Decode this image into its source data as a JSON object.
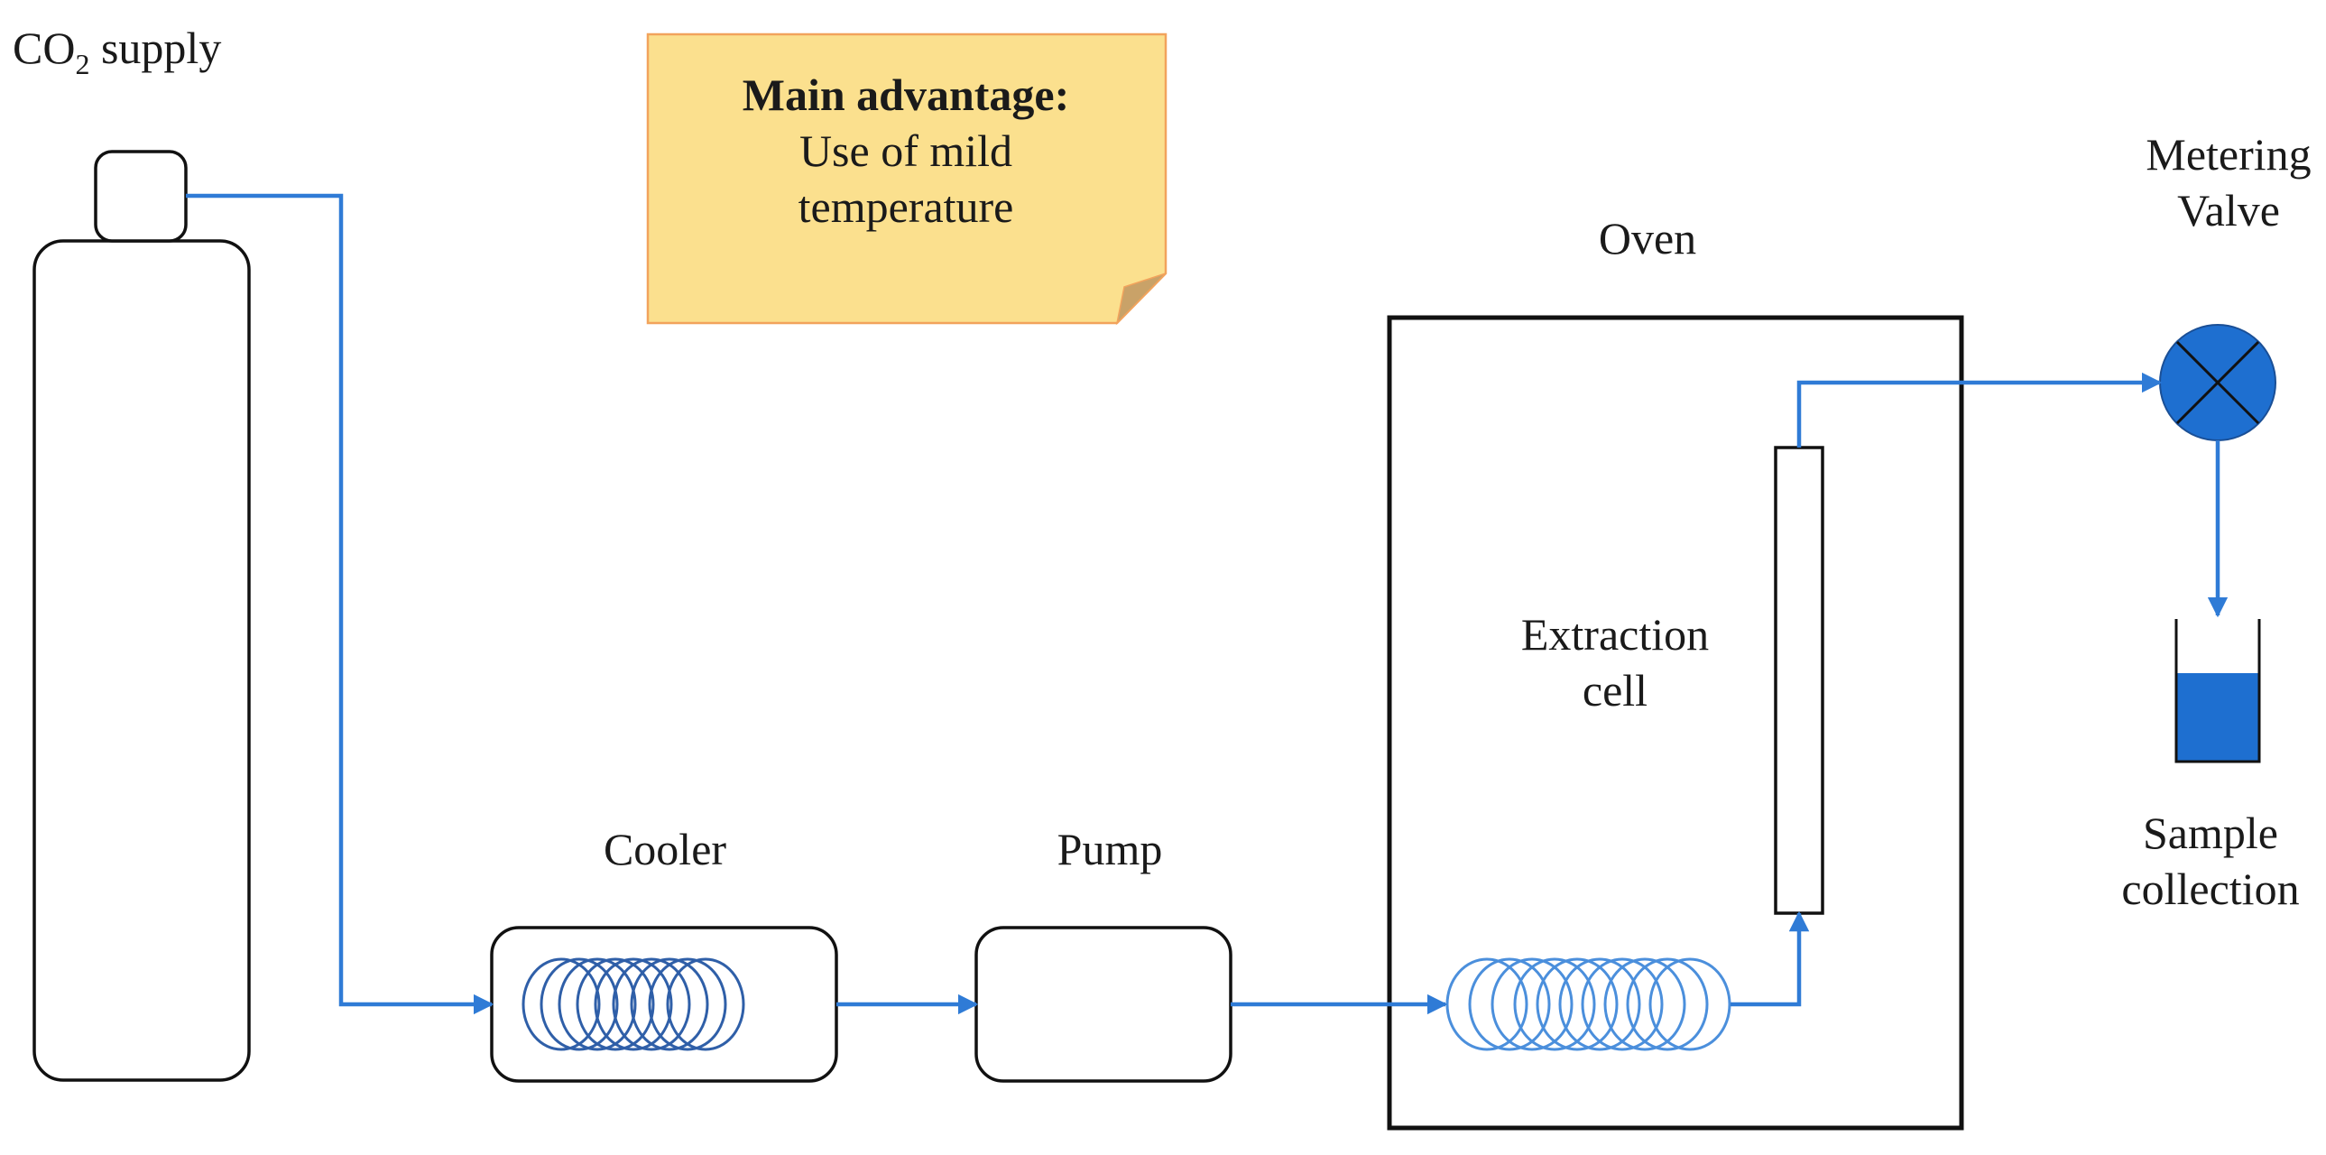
{
  "labels": {
    "co2_supply": "CO",
    "co2_subscript": "2",
    "co2_supply_suffix": " supply",
    "note_title": "Main advantage:",
    "note_line1": "Use of mild",
    "note_line2": "temperature",
    "oven": "Oven",
    "metering_valve_line1": "Metering",
    "metering_valve_line2": "Valve",
    "extraction_cell_line1": "Extraction",
    "extraction_cell_line2": "cell",
    "sample_collection_line1": "Sample",
    "sample_collection_line2": "collection",
    "cooler": "Cooler",
    "pump": "Pump"
  },
  "colors": {
    "pipe": "#2f7bd6",
    "valve_fill": "#1e6fd0",
    "sample_liquid": "#1e6fd0",
    "note_fill": "#fbe08e",
    "note_border": "#f2a35c",
    "note_fold": "#c9a268",
    "outline": "#111111"
  }
}
